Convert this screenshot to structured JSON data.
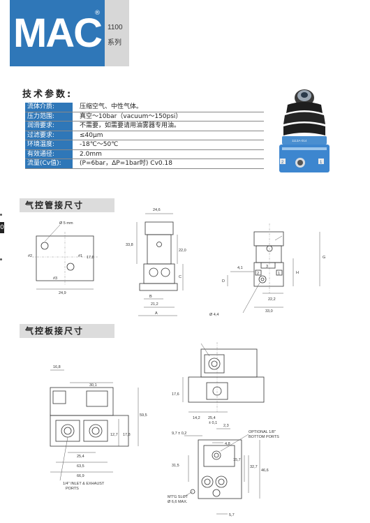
{
  "header": {
    "brand": "MAC",
    "registered_mark": "®",
    "series_number": "1100",
    "series_label": "系列"
  },
  "spec_title": "技术参数:",
  "specs": [
    {
      "label": "流体介质:",
      "value": "压缩空气、中性气体。"
    },
    {
      "label": "压力范围:",
      "value": "真空～10bar（vacuum～150psi）"
    },
    {
      "label": "润滑要求:",
      "value": "不需要，如需要请用油雾器专用油。"
    },
    {
      "label": "过滤要求:",
      "value": "≤40μm"
    },
    {
      "label": "环境温度:",
      "value": "-18℃～50℃"
    },
    {
      "label": "有效通径:",
      "value": "2.0mm"
    },
    {
      "label": "流量(Cv值):",
      "value": "(P=6bar，ΔP=1bar时)          Cv0.18"
    }
  ],
  "product_label": "1113A-014",
  "product_ports": [
    "2",
    "1"
  ],
  "edge_tab": "0",
  "section1": {
    "title": "气控管接尺寸",
    "dims": {
      "d5mm": "Ø 5 mm",
      "p2": "#2",
      "p1": "#1",
      "p3": "#3",
      "d178": "17,8",
      "d249": "24,9",
      "d246": "24,6",
      "d338": "33,8",
      "d220": "22,0",
      "C": "C",
      "B": "B",
      "A": "A",
      "d212": "21,2",
      "d41": "4,1",
      "D": "D",
      "H": "H",
      "G": "G",
      "d222": "22,2",
      "d330": "33,0",
      "d44": "Ø 4,4",
      "p3b": "3",
      "p2b": "2",
      "p1b": "1"
    }
  },
  "section2": {
    "title": "气控板接尺寸",
    "dims": {
      "d168": "16,8",
      "d301": "30,1",
      "d595": "59,5",
      "d127": "12,7",
      "d178": "17,8",
      "d254": "25,4",
      "d635": "63,5",
      "d669": "66,9",
      "inlet1": "1/4\" INLET & EXHAUST",
      "inlet2": "PORTS",
      "d176": "17,6",
      "d142": "14,2",
      "d254b": "25,4",
      "d254t": "± 0,1",
      "d97": "9,7 ± 0,2",
      "d23": "2,3",
      "d48": "4,8",
      "opt1": "OPTIONAL 1/8\"",
      "opt2": "BOTTOM PORTS",
      "d157": "15,7",
      "d327": "32,7",
      "d315": "31,5",
      "d466": "46,6",
      "mtg1": "MT'G SLOT",
      "mtg2": "Ø 6,6 MAX.",
      "d57": "5,7"
    }
  }
}
